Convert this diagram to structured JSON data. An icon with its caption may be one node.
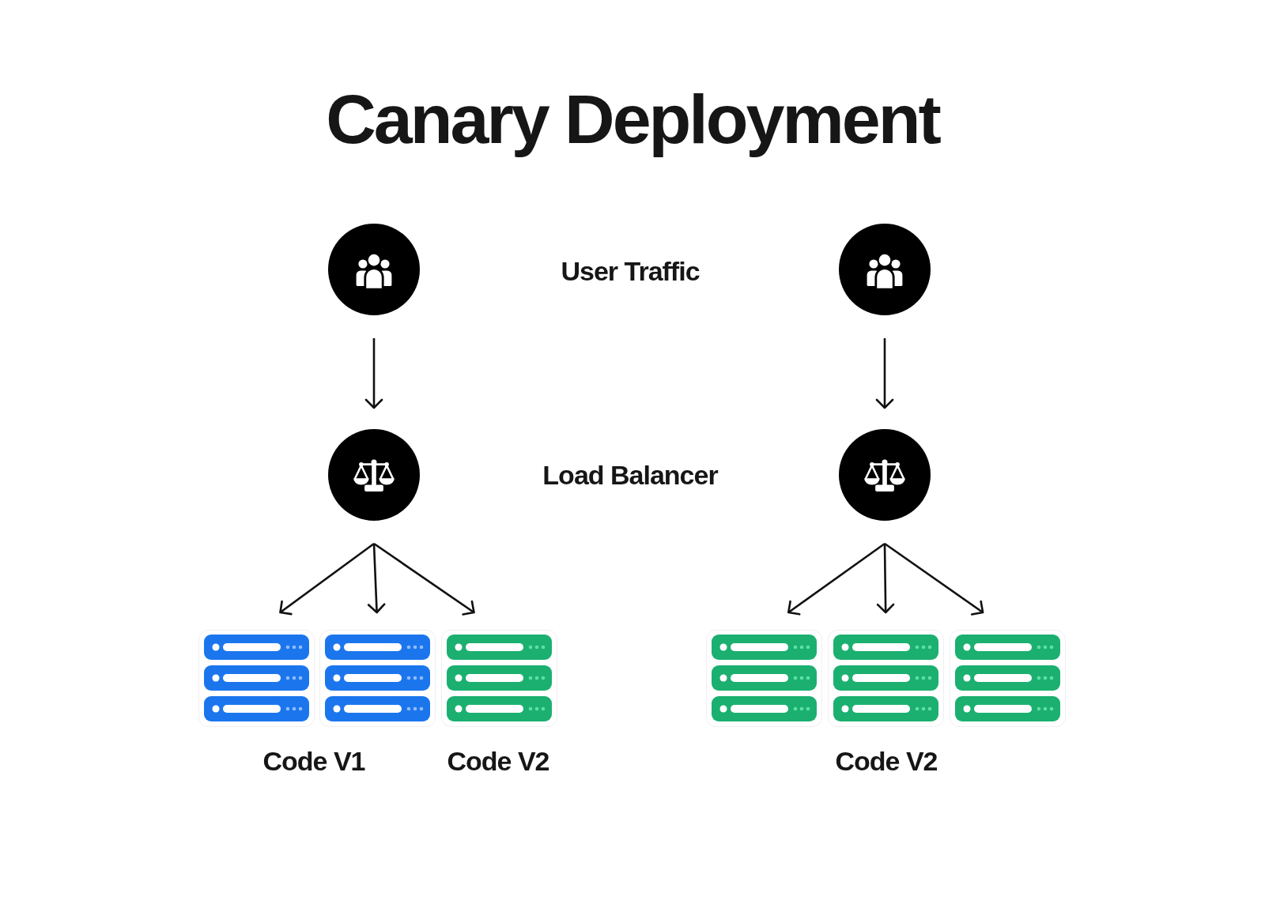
{
  "diagram": {
    "title": "Canary Deployment",
    "nodes": [
      {
        "text": [],
        "shape": "circle"
      },
      {
        "text": [],
        "shape": "circle"
      },
      {
        "text": [],
        "shape": "box"
      },
      {
        "text": [],
        "shape": "box"
      },
      {
        "text": [],
        "shape": "box"
      },
      {
        "text": [],
        "shape": "circle"
      },
      {
        "text": [],
        "shape": "circle"
      },
      {
        "text": [],
        "shape": "box"
      },
      {
        "text": [],
        "shape": "box"
      },
      {
        "text": [],
        "shape": "box"
      }
    ],
    "edges": [
      {
        "from": 0,
        "to": 1,
        "arrow": "to"
      },
      {
        "from": 1,
        "to": 2,
        "arrow": "to"
      },
      {
        "from": 1,
        "to": 3,
        "arrow": "to"
      },
      {
        "from": 1,
        "to": 4,
        "arrow": "to"
      },
      {
        "from": 5,
        "to": 6,
        "arrow": "to"
      },
      {
        "from": 6,
        "to": 7,
        "arrow": "to"
      },
      {
        "from": 6,
        "to": 8,
        "arrow": "to"
      },
      {
        "from": 6,
        "to": 9,
        "arrow": "to"
      }
    ],
    "labels": [
      "User Traffic",
      "Load Balancer",
      "Code V1",
      "Code V2",
      "Code V2"
    ]
  }
}
